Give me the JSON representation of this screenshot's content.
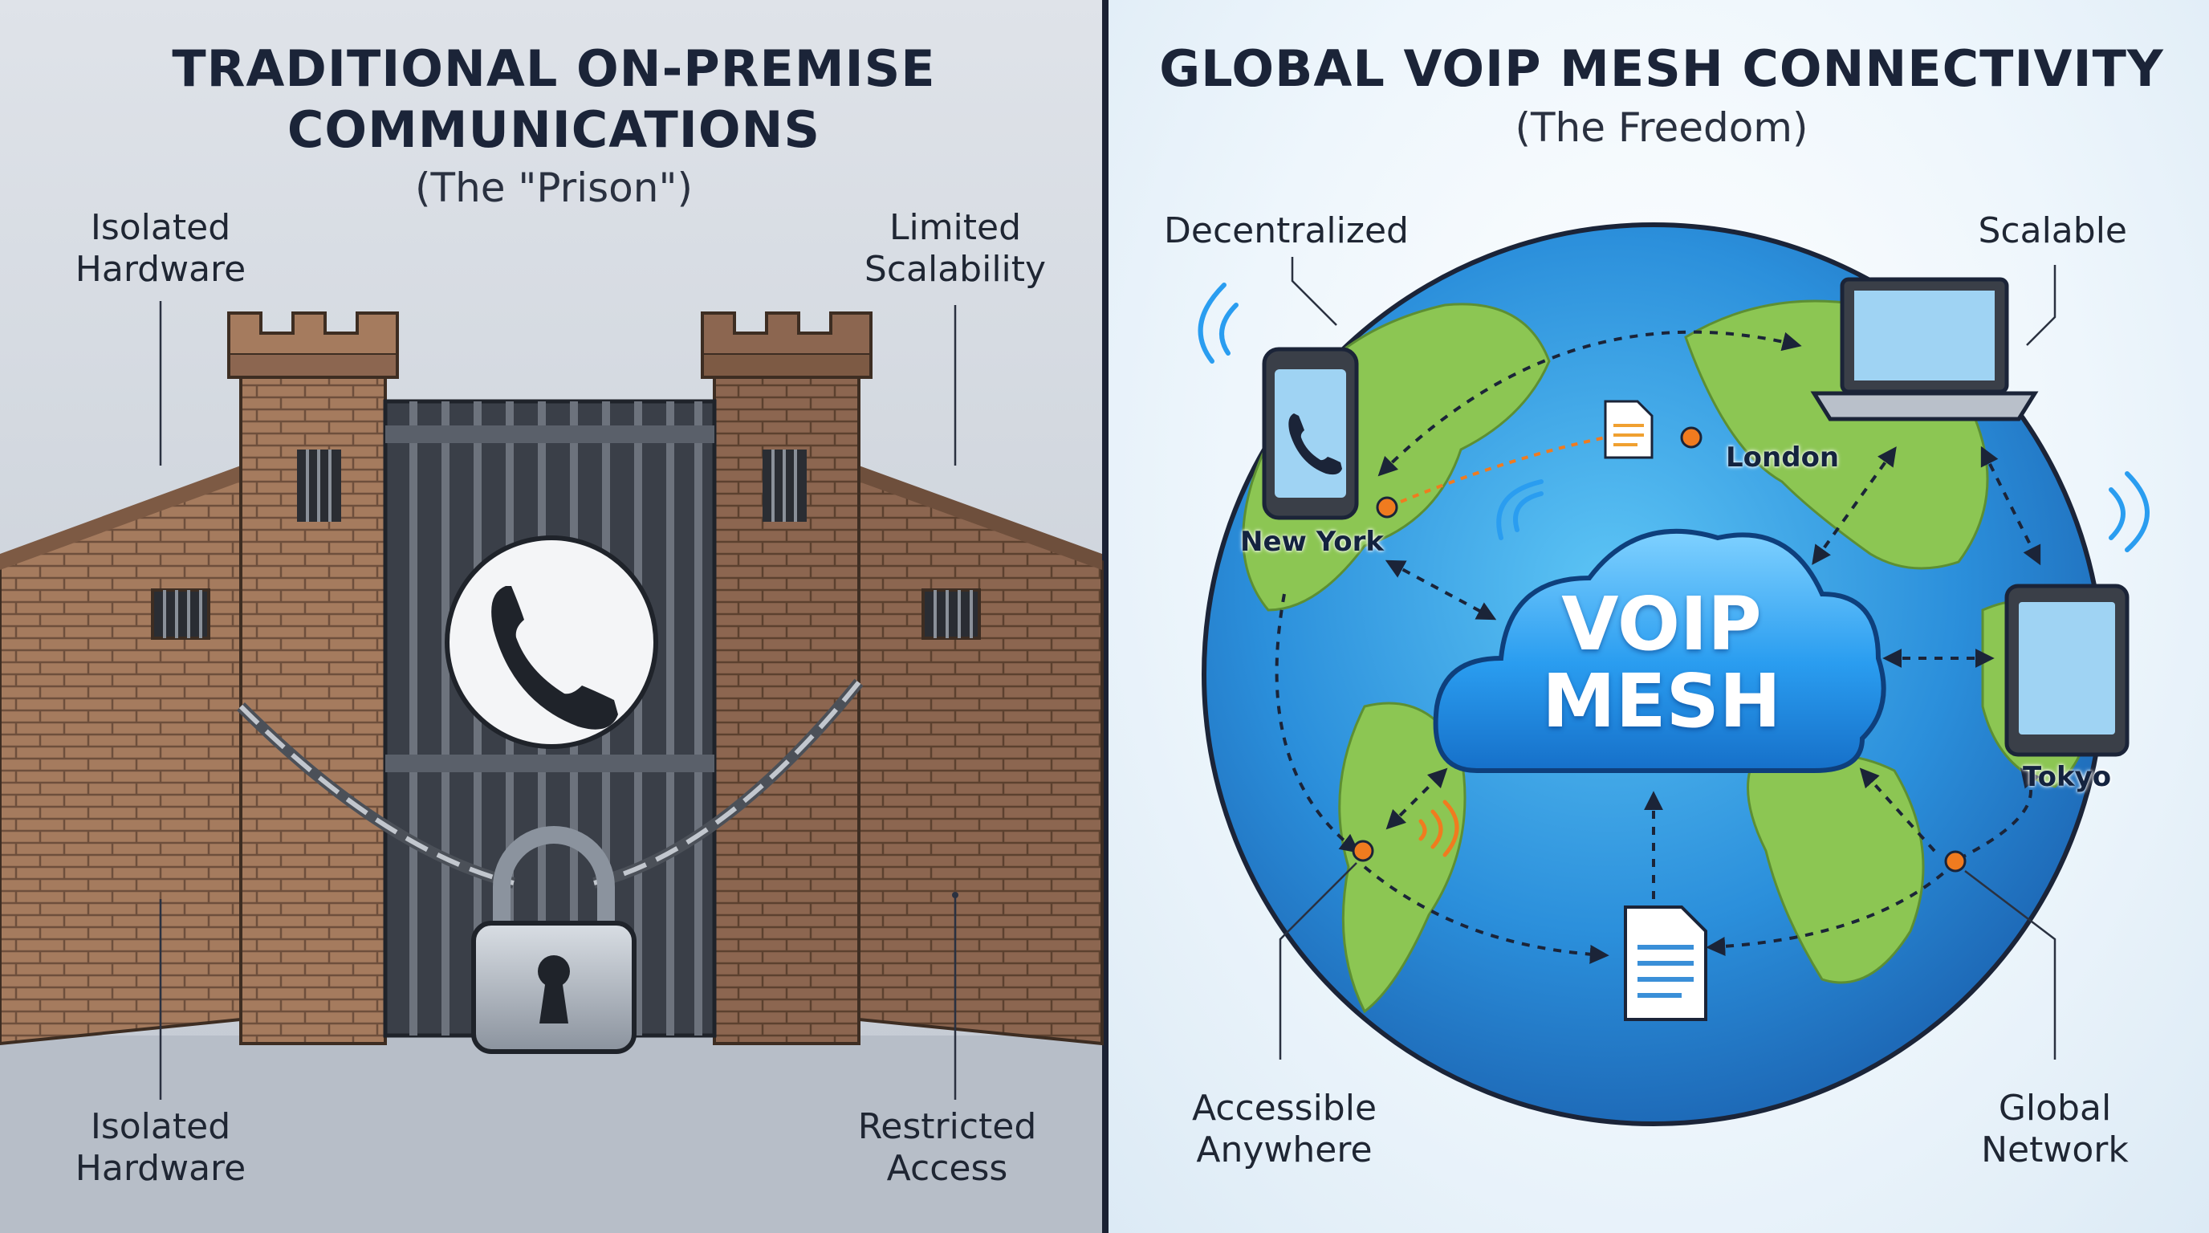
{
  "left_panel": {
    "title_line1": "TRADITIONAL ON-PREMISE",
    "title_line2": "COMMUNICATIONS",
    "subtitle": "(The \"Prison\")",
    "labels": {
      "top_left_line1": "Isolated",
      "top_left_line2": "Hardware",
      "top_right_line1": "Limited",
      "top_right_line2": "Scalability",
      "bottom_left_line1": "Isolated",
      "bottom_left_line2": "Hardware",
      "bottom_right_line1": "Restricted",
      "bottom_right_line2": "Access"
    }
  },
  "right_panel": {
    "title": "GLOBAL VOIP MESH CONNECTIVITY",
    "subtitle": "(The Freedom)",
    "labels": {
      "top_left": "Decentralized",
      "top_right": "Scalable",
      "bottom_left_line1": "Accessible",
      "bottom_left_line2": "Anywhere",
      "bottom_right_line1": "Global",
      "bottom_right_line2": "Network"
    },
    "cities": {
      "new_york": "New York",
      "london": "London",
      "tokyo": "Tokyo"
    },
    "cloud_line1": "VOIP",
    "cloud_line2": "MESH"
  },
  "colors": {
    "brick": "#a57b5e",
    "brick_dark": "#7d5a44",
    "ocean": "#2d8fdc",
    "land": "#8cc653",
    "cloud": "#2a9df0",
    "node": "#f07b1f",
    "ink": "#1b2438"
  }
}
